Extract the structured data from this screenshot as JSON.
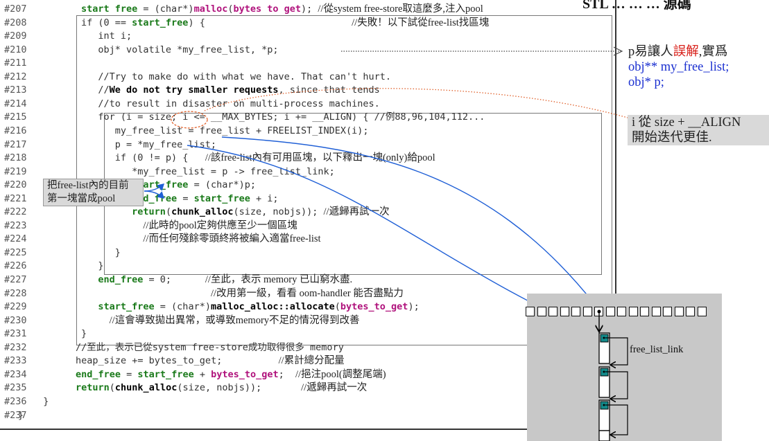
{
  "header_fragment": "STL … … … 源碼",
  "lines": [
    {
      "no": "#207",
      "html": "<span class='kw'>start free</span> = (char*)<span class='fn'>malloc</span>(<span class='fn'>bytes to get</span>); <span class='cm'>//從system free-store取這麼多,注入pool</span>"
    },
    {
      "no": "#208",
      "html": "if (0 == <span class='kw'>start_free</span>) {                          <span class='cm'>//失敗！以下試從free-list找區塊</span>"
    },
    {
      "no": "#209",
      "html": "   int i;"
    },
    {
      "no": "#210",
      "html": "   obj* volatile *my_free_list, *p;"
    },
    {
      "no": "#211",
      "html": ""
    },
    {
      "no": "#212",
      "html": "   //Try to make do with what we have. That can't hurt."
    },
    {
      "no": "#213",
      "html": "   //<span class='bk'>We do not try smaller requests</span>, since that tends"
    },
    {
      "no": "#214",
      "html": "   //to result in disaster on multi-process machines."
    },
    {
      "no": "#215",
      "html": "   for (i = size; i <= __MAX_BYTES; i += __ALIGN) { //例88,96,104,112..."
    },
    {
      "no": "#216",
      "html": "      my_free_list = free_list + FREELIST_INDEX(i);"
    },
    {
      "no": "#217",
      "html": "      p = *my_free_list;"
    },
    {
      "no": "#218",
      "html": "      if (0 != p) {   <span class='cm'>//該free-list內有可用區塊，以下釋出一塊(only)給pool</span>"
    },
    {
      "no": "#219",
      "html": "         *my_free_list = p -> free_list_link;"
    },
    {
      "no": "#220",
      "html": "         <span class='kw'>start_free</span> = (char*)p;"
    },
    {
      "no": "#221",
      "html": "         <span class='kw'>end_free</span> = <span class='kw'>start_free</span> + i;"
    },
    {
      "no": "#222",
      "html": "         <span class='kw'>return</span>(<span class='bk'>chunk_alloc</span>(size, nobjs)); <span class='cm'>//遞歸再試一次</span>"
    },
    {
      "no": "#223",
      "html": "           <span class='cm'>//此時的pool定夠供應至少一個區塊</span>"
    },
    {
      "no": "#224",
      "html": "           <span class='cm'>//而任何殘餘零頭終將被編入適當free-list</span>"
    },
    {
      "no": "#225",
      "html": "      }"
    },
    {
      "no": "#226",
      "html": "   }"
    },
    {
      "no": "#227",
      "html": "   <span class='kw'>end_free</span> = 0;      <span class='cm'>//至此，表示 memory 已山窮水盡.</span>"
    },
    {
      "no": "#228",
      "html": "                       <span class='cm'>//改用第一級，看看 oom-handler 能否盡點力</span>"
    },
    {
      "no": "#229",
      "html": "   <span class='kw'>start_free</span> = (char*)<span class='bk'>malloc_alloc::allocate</span>(<span class='fn'>bytes_to_get</span>);"
    },
    {
      "no": "#230",
      "html": "     <span class='cm'>//這會導致拋出異常，或導致memory不足的情況得到改善</span>"
    },
    {
      "no": "#231",
      "html": "}"
    },
    {
      "no": "#232",
      "html": "//至此，表示已從system free-store成功取得很多 memory"
    },
    {
      "no": "#233",
      "html": "heap_size += bytes_to_get;          <span class='cm'>//累計總分配量</span>"
    },
    {
      "no": "#234",
      "html": "<span class='kw'>end_free</span> = <span class='kw'>start_free</span> + <span class='fn'>bytes_to_get</span>;  <span class='cm'>//挹注pool(調整尾端)</span>"
    },
    {
      "no": "#235",
      "html": "<span class='kw'>return</span>(<span class='bk'>chunk_alloc</span>(size, nobjs));       <span class='cm'>//遞歸再試一次</span>"
    },
    {
      "no": "#236",
      "html": "  }"
    },
    {
      "no": "#237",
      "html": "}"
    }
  ],
  "note_p": {
    "a": "p易讓人",
    "b": "誤解",
    "c": ",實爲",
    "l2": "obj** my_free_list;",
    "l3": "obj* p;"
  },
  "note_i": {
    "l1": "i 從 size + __ALIGN",
    "l2": "開始迭代更佳."
  },
  "note_left": {
    "l1": "把free-list內的目前",
    "l2": "第一塊當成pool"
  },
  "diagram": {
    "free_list_link": "free_list_link"
  },
  "colors": {
    "keyword": "#1a7a1a",
    "function": "#b0127c",
    "arrow_blue": "#1f5fd6",
    "arrow_orange": "#e0602a",
    "note_blue": "#1a2fd0",
    "note_red": "#d8201a",
    "teal": "#138a8a"
  }
}
